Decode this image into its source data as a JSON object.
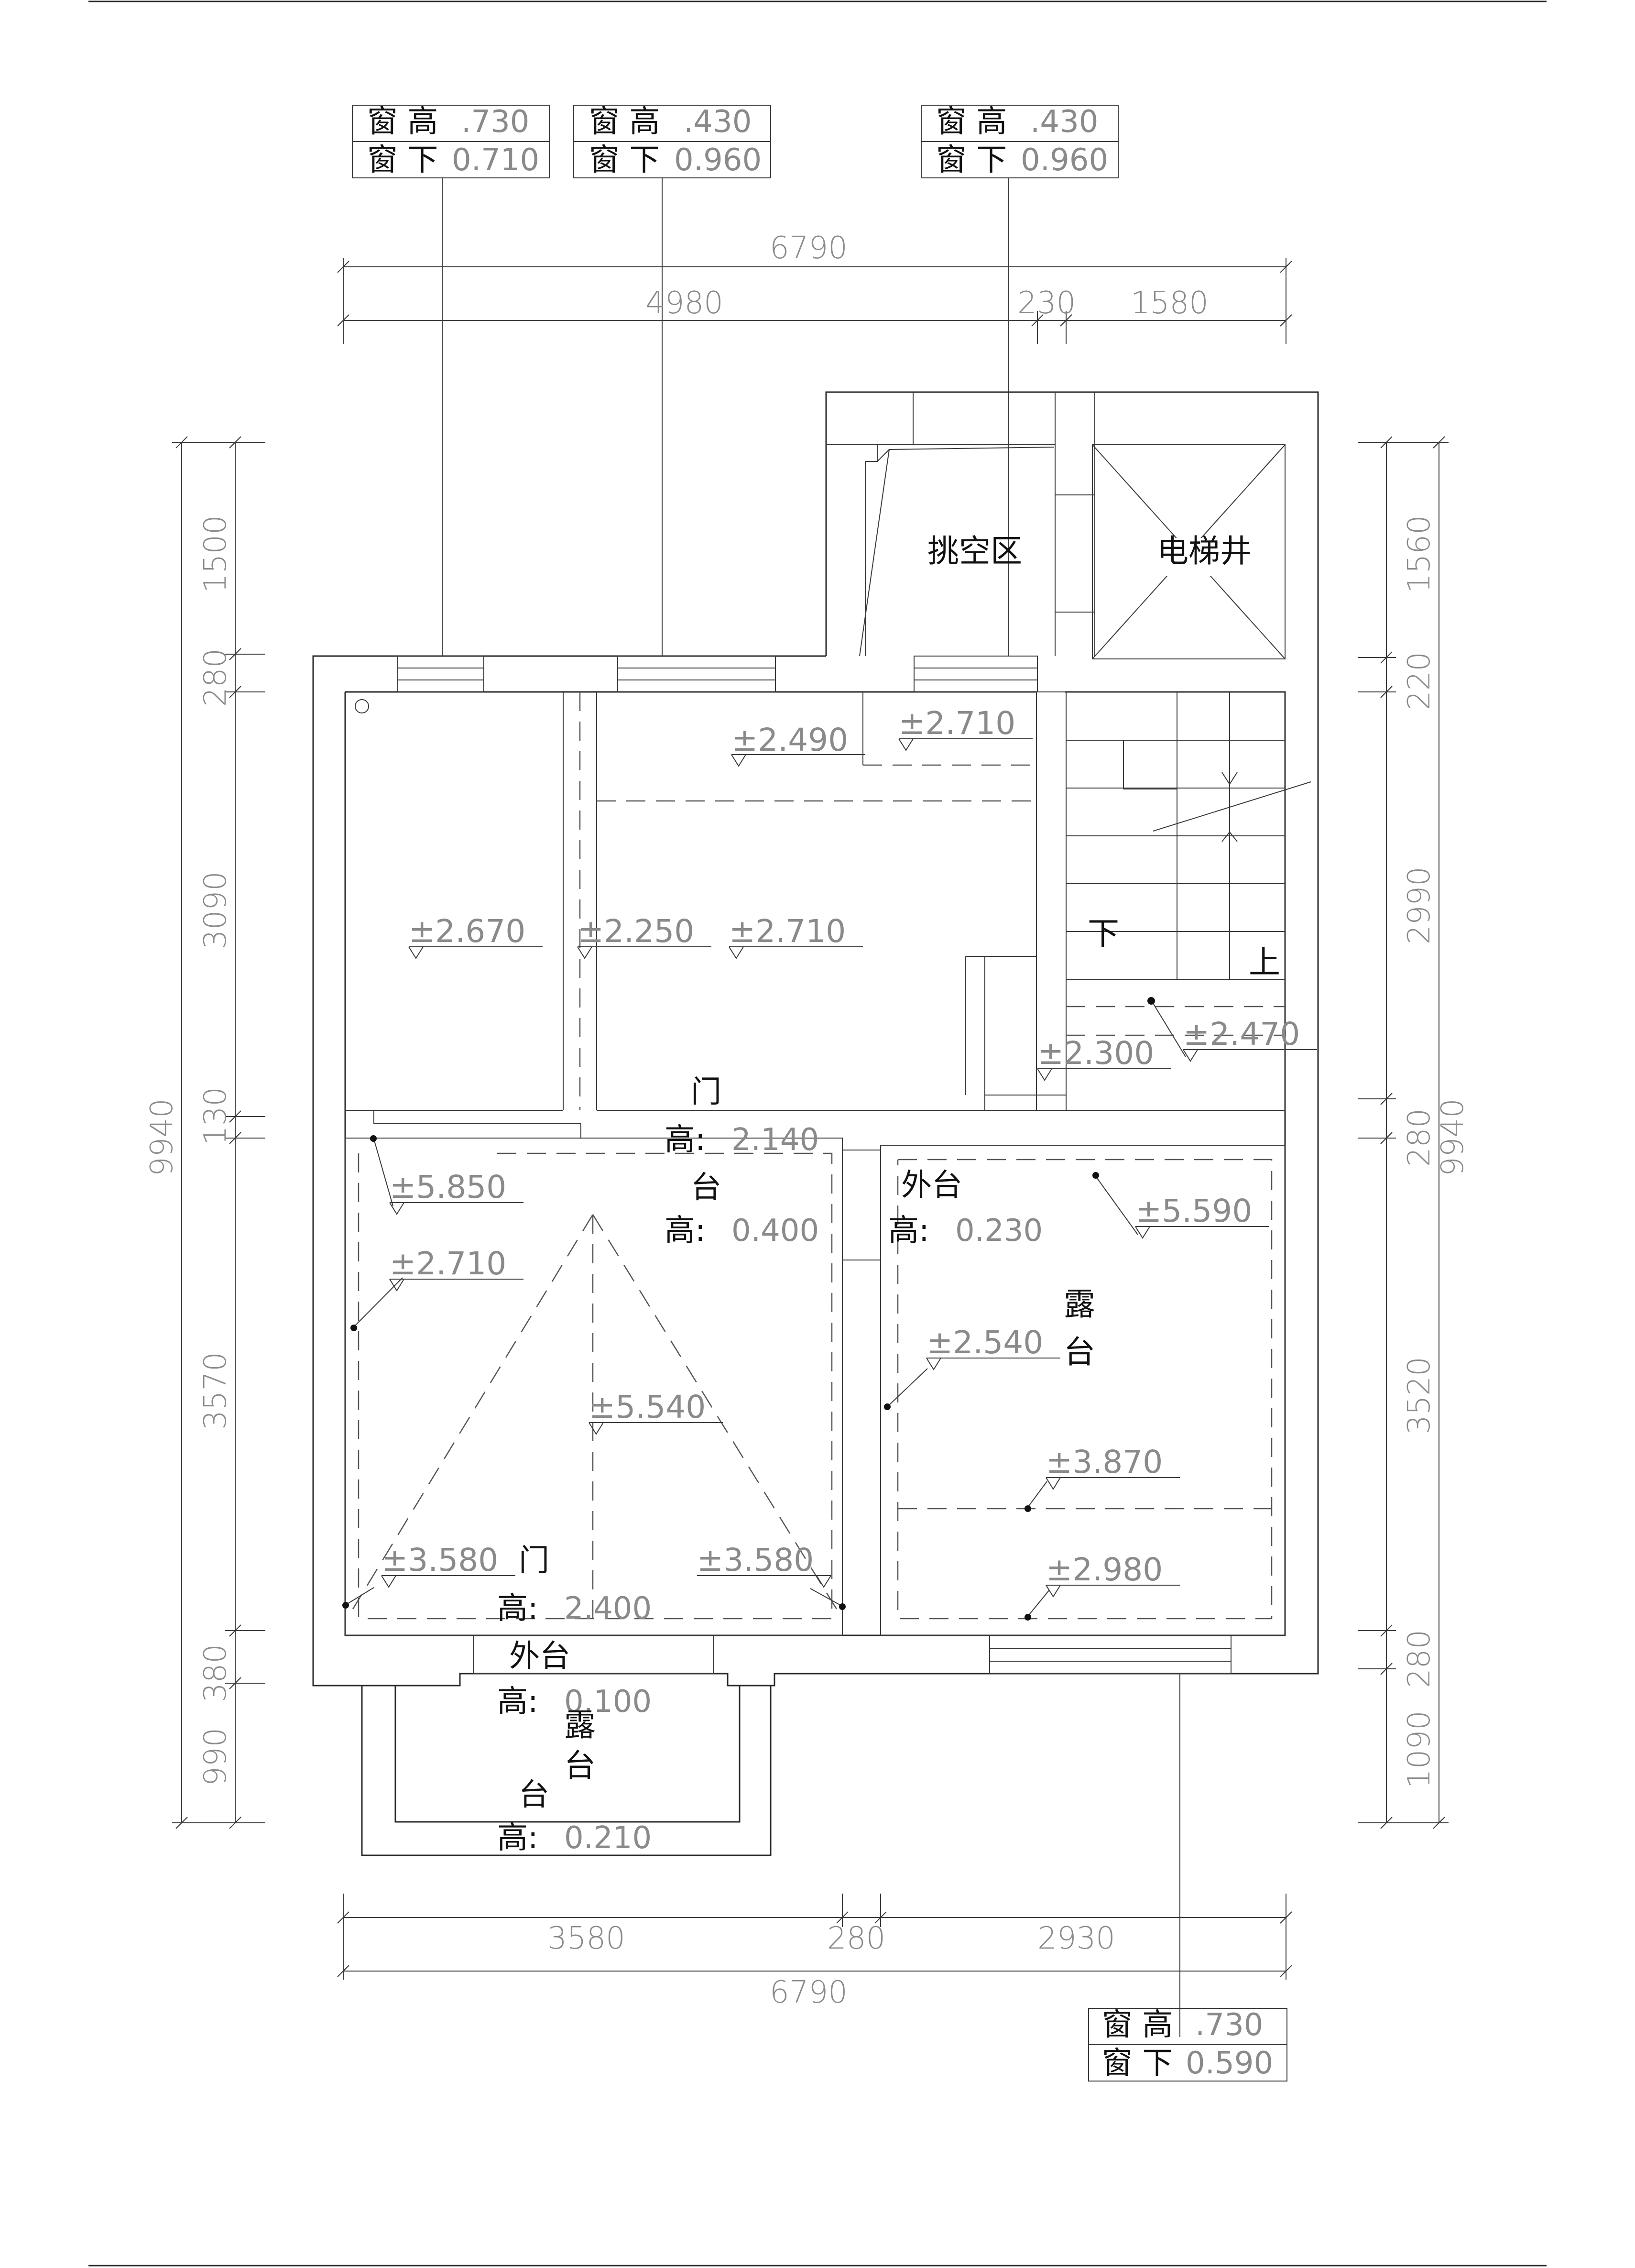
{
  "dimensions": {
    "top_total": "6790",
    "top_seg1": "4980",
    "top_seg2": "230",
    "top_seg3": "1580",
    "bottom_seg1": "3580",
    "bottom_seg2": "280",
    "bottom_seg3": "2930",
    "bottom_total": "6790",
    "left_total": "9940",
    "left_segs": [
      "1500",
      "280",
      "3090",
      "130",
      "3570",
      "380",
      "990"
    ],
    "right_total": "9940",
    "right_segs": [
      "1560",
      "220",
      "2990",
      "280",
      "3520",
      "280",
      "1090"
    ]
  },
  "window_tags": [
    {
      "height_label": "窗 高",
      "height_value": ".730",
      "sill_label": "窗 下",
      "sill_value": "0.710"
    },
    {
      "height_label": "窗 高",
      "height_value": ".430",
      "sill_label": "窗 下",
      "sill_value": "0.960"
    },
    {
      "height_label": "窗 高",
      "height_value": ".430",
      "sill_label": "窗 下",
      "sill_value": "0.960"
    },
    {
      "height_label": "窗 高",
      "height_value": ".730",
      "sill_label": "窗 下",
      "sill_value": "0.590"
    }
  ],
  "rooms": {
    "overhang": "挑空区",
    "elevator": "电梯井",
    "stair_down": "下",
    "stair_up": "上",
    "terrace_char1": "露",
    "terrace_char2": "台"
  },
  "levels": {
    "l_2490": "±2.490",
    "l_2710_a": "±2.710",
    "l_2670": "±2.670",
    "l_2250": "±2.250",
    "l_2710_b": "±2.710",
    "l_2300": "±2.300",
    "l_2470": "±2.470",
    "l_5850": "±5.850",
    "l_2710_c": "±2.710",
    "l_5540": "±5.540",
    "l_3580_a": "±3.580",
    "l_3580_b": "±3.580",
    "l_5590": "±5.590",
    "l_2540": "±2.540",
    "l_3870": "±3.870",
    "l_2980": "±2.980"
  },
  "annotations": {
    "door1_label": "门",
    "door1_height_label": "高:",
    "door1_height_value": "2.140",
    "sill1_label": "台",
    "sill1_height_label": "高:",
    "sill1_height_value": "0.400",
    "ext_sill1_label": "外台",
    "ext_sill1_height_label": "高:",
    "ext_sill1_height_value": "0.230",
    "door2_label": "门",
    "door2_height_label": "高:",
    "door2_height_value": "2.400",
    "ext_sill2_label": "外台",
    "ext_sill2_height_label": "高:",
    "ext_sill2_height_value": "0.100",
    "sill2_label": "台",
    "sill2_height_label": "高:",
    "sill2_height_value": "0.210"
  }
}
